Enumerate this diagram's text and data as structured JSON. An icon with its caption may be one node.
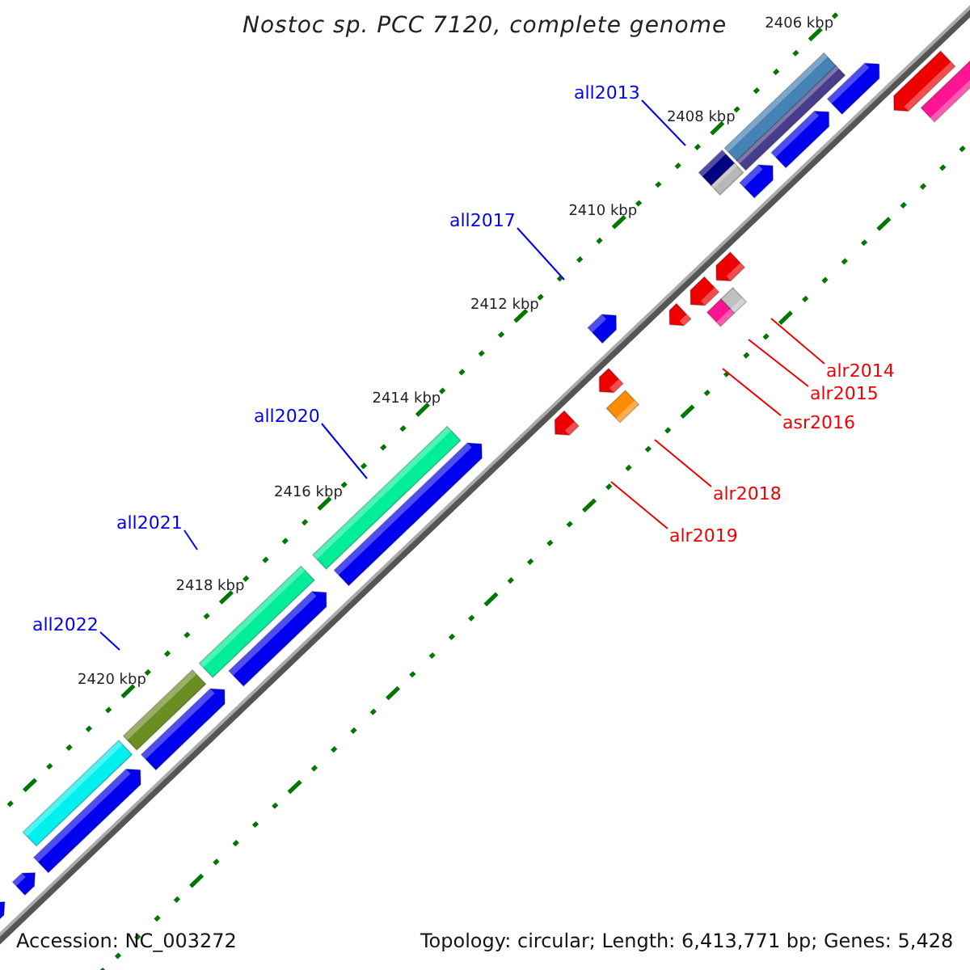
{
  "diagram": {
    "title": "Nostoc sp. PCC 7120, complete genome",
    "nodes": [
      {
        "text": [
          "all2013"
        ]
      },
      {
        "text": [
          "all2017"
        ]
      },
      {
        "text": [
          "alr2014"
        ]
      },
      {
        "text": [
          "alr2015"
        ]
      },
      {
        "text": [
          "all2020"
        ]
      },
      {
        "text": [
          "asr2016"
        ]
      },
      {
        "text": [
          "alr2018"
        ]
      },
      {
        "text": [
          "alr2019"
        ]
      },
      {
        "text": [
          "all2021"
        ]
      },
      {
        "text": [
          "all2022"
        ]
      }
    ],
    "edges": [
      {
        "from": 0,
        "to": null,
        "arrow": "none"
      },
      {
        "from": 1,
        "to": null,
        "arrow": "none"
      },
      {
        "from": 2,
        "to": null,
        "arrow": "none",
        "color": "#ee0000"
      },
      {
        "from": 3,
        "to": null,
        "arrow": "none",
        "color": "#ee0000"
      },
      {
        "from": 4,
        "to": null,
        "arrow": "none"
      },
      {
        "from": 5,
        "to": null,
        "arrow": "none",
        "color": "#ee0000"
      },
      {
        "from": 6,
        "to": null,
        "arrow": "none",
        "color": "#ee0000"
      },
      {
        "from": 7,
        "to": null,
        "arrow": "none",
        "color": "#ee0000"
      },
      {
        "from": 8,
        "to": null,
        "arrow": "none"
      },
      {
        "from": 9,
        "to": null,
        "arrow": "none"
      }
    ],
    "labels": [
      "2406 kbp",
      "2408 kbp",
      "2410 kbp",
      "2412 kbp",
      "2414 kbp",
      "2416 kbp",
      "2418 kbp",
      "2420 kbp",
      "Accession: NC_003272",
      "Topology: circular; Length: 6,413,771 bp; Genes: 5,428"
    ]
  }
}
